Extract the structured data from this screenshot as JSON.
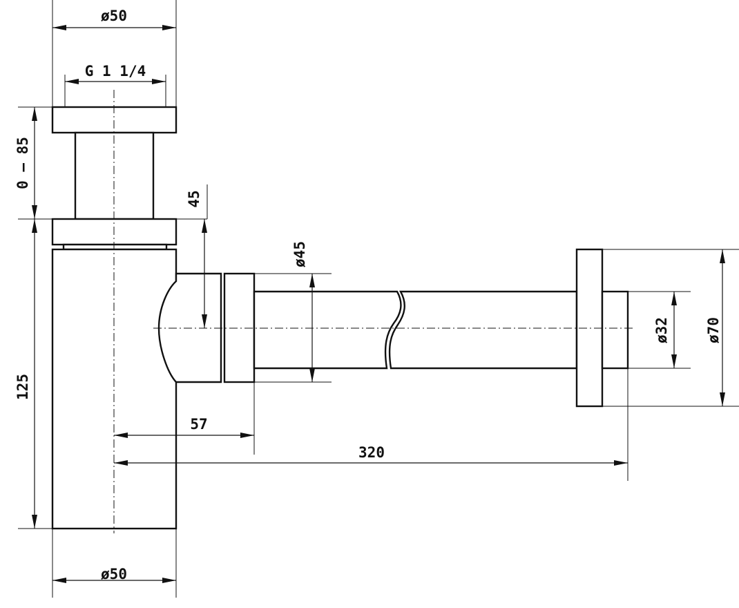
{
  "labels": {
    "top_diameter": "ø50",
    "thread": "G 1 1/4",
    "height_range": "0 – 85",
    "offset_45": "45",
    "pipe_diameter": "ø45",
    "outlet_diameter": "ø32",
    "flange_diameter": "ø70",
    "body_height": "125",
    "offset_57": "57",
    "length_320": "320",
    "bottom_diameter": "ø50"
  },
  "colors": {
    "line": "#111111",
    "background": "#ffffff"
  }
}
